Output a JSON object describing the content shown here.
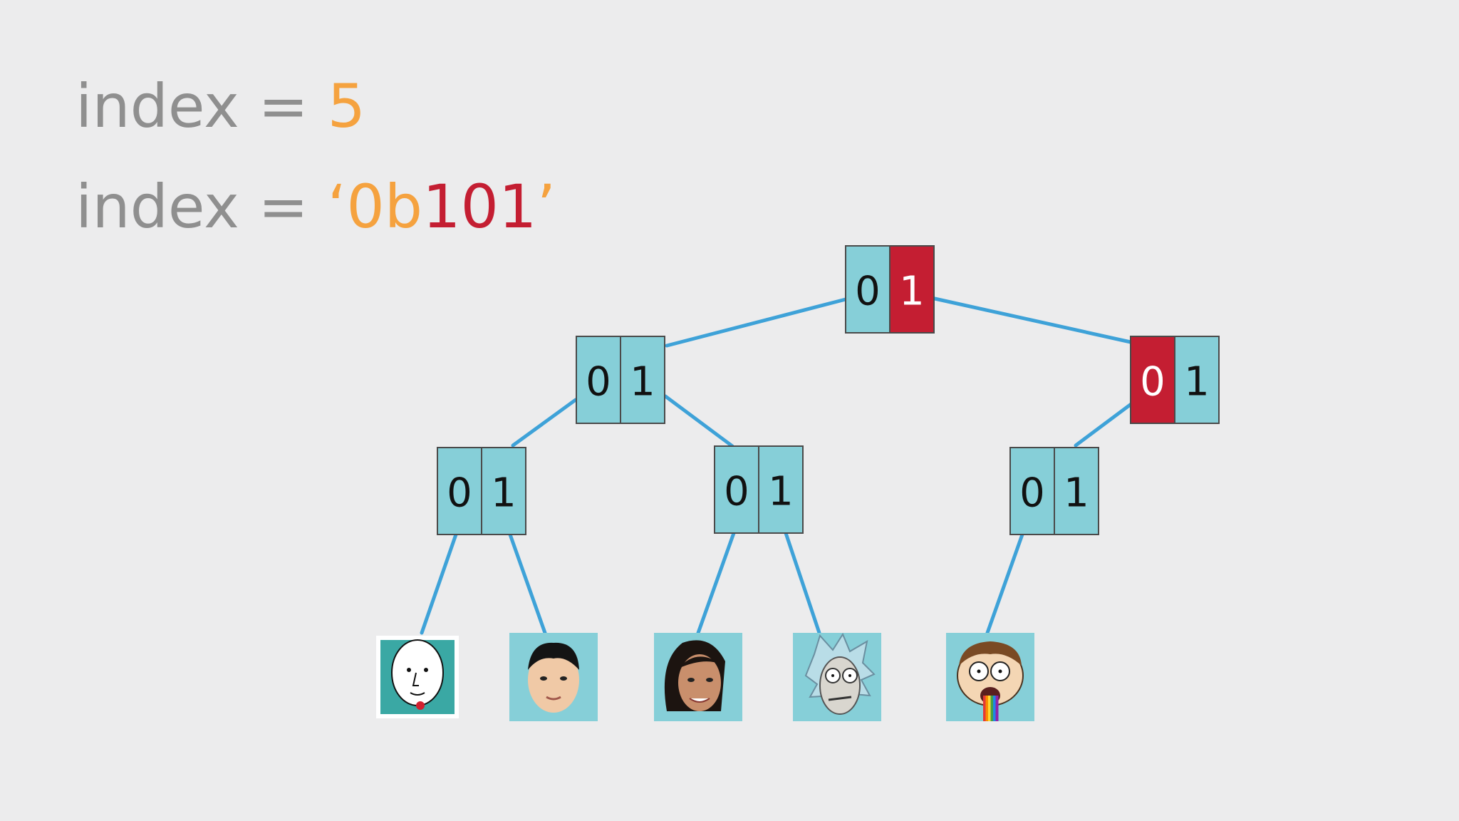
{
  "lines": {
    "line1": {
      "prefix": "index = ",
      "value": "5"
    },
    "line2": {
      "prefix": "index = ",
      "quote_open": "‘",
      "literal_prefix": "0b",
      "bits": "101",
      "quote_close": "’"
    }
  },
  "colors": {
    "background": "#ececed",
    "text_gray": "#8f8f8f",
    "accent_orange": "#f5a23f",
    "accent_red": "#c41e32",
    "node_fill": "#86cfd8",
    "edge": "#3ea2d8",
    "bit_text": "#111111",
    "bit_text_selected": "#ffffff"
  },
  "tree": {
    "nodes": [
      {
        "id": "root",
        "bits": [
          "0",
          "1"
        ],
        "selected": 1
      },
      {
        "id": "left",
        "bits": [
          "0",
          "1"
        ],
        "selected": null
      },
      {
        "id": "right",
        "bits": [
          "0",
          "1"
        ],
        "selected": 0
      },
      {
        "id": "left-left",
        "bits": [
          "0",
          "1"
        ],
        "selected": null
      },
      {
        "id": "left-right",
        "bits": [
          "0",
          "1"
        ],
        "selected": null
      },
      {
        "id": "right-left",
        "bits": [
          "0",
          "1"
        ],
        "selected": null
      }
    ],
    "leaves": [
      {
        "id": "leaf-0",
        "icon": "bald-cartoon-face-icon"
      },
      {
        "id": "leaf-1",
        "icon": "person-face-photo-icon"
      },
      {
        "id": "leaf-2",
        "icon": "woman-face-photo-icon"
      },
      {
        "id": "leaf-3",
        "icon": "rick-cartoon-face-icon"
      },
      {
        "id": "leaf-4",
        "icon": "morty-cartoon-face-icon"
      }
    ]
  }
}
